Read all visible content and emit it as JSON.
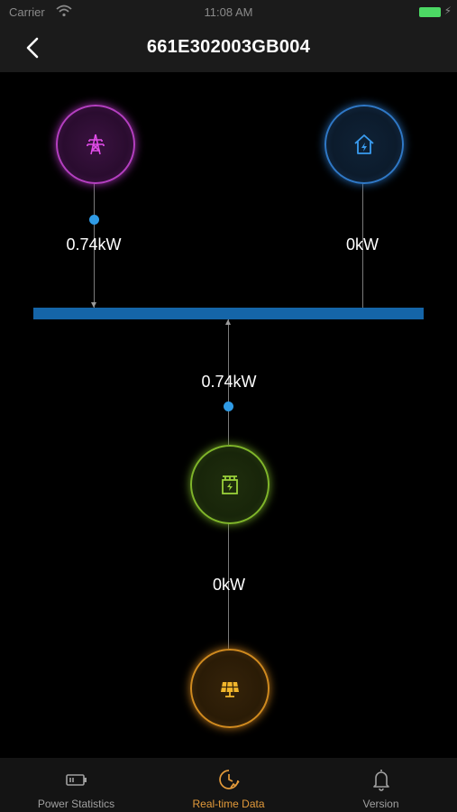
{
  "status_bar": {
    "carrier": "Carrier",
    "time": "11:08 AM"
  },
  "header": {
    "title": "661E302003GB004",
    "back_icon": "chevron-left-icon"
  },
  "diagram": {
    "grid": {
      "icon": "transmission-tower-icon",
      "power": "0.74kW",
      "color": "#b43fc0"
    },
    "home": {
      "icon": "house-bolt-icon",
      "power": "0kW",
      "color": "#2f78c6"
    },
    "inverter": {
      "icon": "inverter-icon",
      "power": "0.74kW",
      "color": "#7fb52a"
    },
    "solar": {
      "icon": "solar-panel-icon",
      "power": "0kW",
      "color": "#d08a1f"
    },
    "bus_color": "#1565a8",
    "flow_dot_color": "#2f9be6"
  },
  "tabs": [
    {
      "label": "Power Statistics",
      "icon": "battery-icon",
      "active": false
    },
    {
      "label": "Real-time Data",
      "icon": "clock-chart-icon",
      "active": true
    },
    {
      "label": "Version",
      "icon": "bell-icon",
      "active": false
    }
  ]
}
